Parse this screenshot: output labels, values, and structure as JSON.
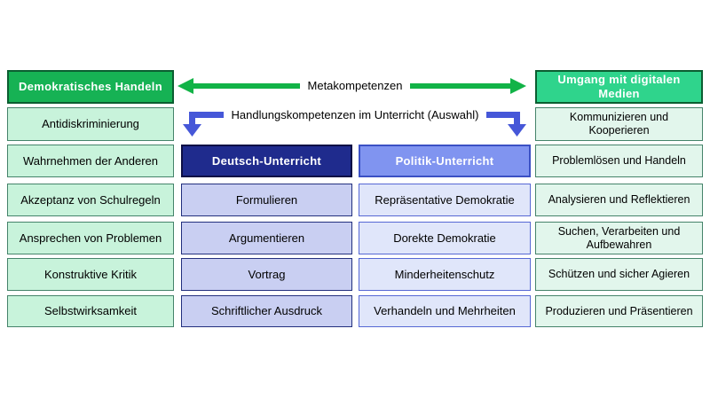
{
  "palette": {
    "left-header-bg": "#16b254",
    "right-header-bg": "#2fd48c",
    "green-header-border": "#0b5e31",
    "left-item-bg": "#c8f3db",
    "right-item-bg": "#e2f6ec",
    "green-item-border": "#45836a",
    "deutsch-header-bg": "#1f2b8d",
    "deutsch-header-border": "#0d0f45",
    "politik-header-bg": "#8094f0",
    "politik-header-border": "#3b50c4",
    "deutsch-item-bg": "#c9cff2",
    "deutsch-item-border": "#23307e",
    "politik-item-bg": "#e0e6fa",
    "politik-item-border": "#5668d4",
    "green-arrow": "#12b347",
    "blue-arrow": "#4657d8"
  },
  "arrows": {
    "meta_label": "Metakompetenzen",
    "handlungs_label": "Handlungskompetenzen im Unterricht (Auswahl)"
  },
  "columns": [
    {
      "header": "Demokratisches Handeln",
      "items": [
        "Antidiskriminierung",
        "Wahrnehmen der Anderen",
        "Akzeptanz von Schulregeln",
        "Ansprechen von Problemen",
        "Konstruktive Kritik",
        "Selbstwirksamkeit"
      ]
    },
    {
      "header": "Deutsch-Unterricht",
      "items": [
        "Formulieren",
        "Argumentieren",
        "Vortrag",
        "Schriftlicher Ausdruck"
      ]
    },
    {
      "header": "Politik-Unterricht",
      "items": [
        "Repräsentative Demokratie",
        "Dorekte Demokratie",
        "Minderheitenschutz",
        "Verhandeln und Mehrheiten"
      ]
    },
    {
      "header": "Umgang mit digitalen Medien",
      "items": [
        "Kommunizieren und Kooperieren",
        "Problemlösen und Handeln",
        "Analysieren und Reflektieren",
        "Suchen, Verarbeiten und Aufbewahren",
        "Schützen und sicher Agieren",
        "Produzieren und Präsentieren"
      ]
    }
  ]
}
